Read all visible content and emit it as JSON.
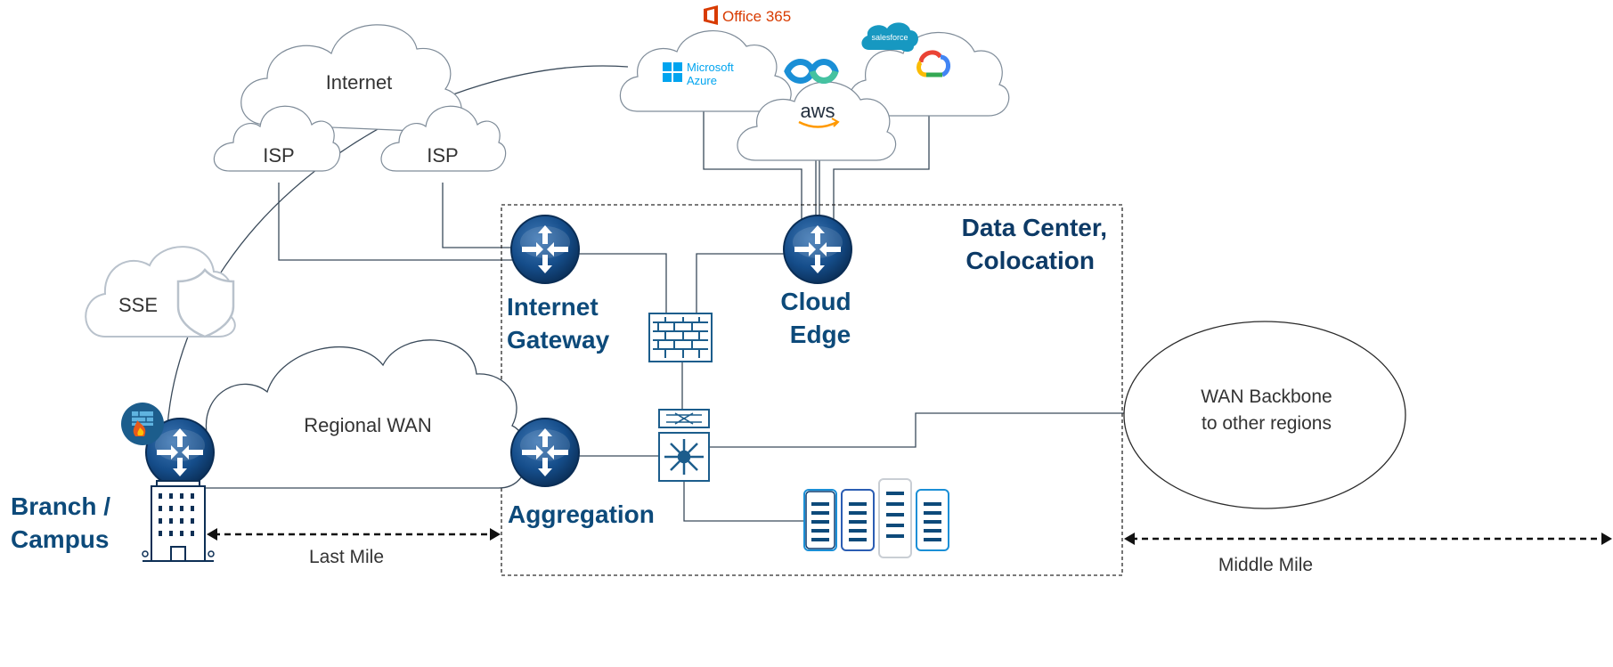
{
  "clouds": {
    "internet": "Internet",
    "isp_left": "ISP",
    "isp_right": "ISP",
    "sse": "SSE",
    "regional_wan": "Regional WAN",
    "wan_backbone_line1": "WAN Backbone",
    "wan_backbone_line2": "to other regions"
  },
  "saas": {
    "office365": "Office 365",
    "azure_line1": "Microsoft",
    "azure_line2": "Azure",
    "aws": "aws",
    "salesforce": "salesforce"
  },
  "nodes": {
    "internet_gateway_line1": "Internet",
    "internet_gateway_line2": "Gateway",
    "cloud_edge_line1": "Cloud",
    "cloud_edge_line2": "Edge",
    "aggregation": "Aggregation",
    "branch_line1": "Branch /",
    "branch_line2": "Campus"
  },
  "regions": {
    "datacenter_line1": "Data Center,",
    "datacenter_line2": "Colocation"
  },
  "spans": {
    "last_mile": "Last Mile",
    "middle_mile": "Middle Mile"
  },
  "colors": {
    "label_blue": "#0d4a7a",
    "router_dark": "#0b3a6b",
    "cloud_stroke": "#7f8c99",
    "sse_stroke": "#b9c2cc",
    "line": "#3a4a5a"
  }
}
